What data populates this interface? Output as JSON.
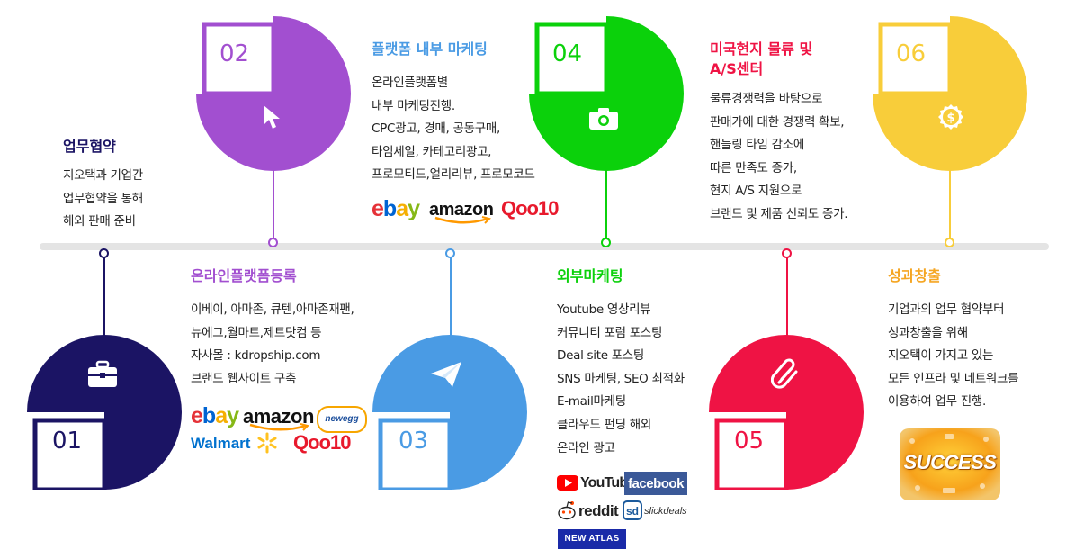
{
  "colors": {
    "step1": "#1b1464",
    "step2": "#a24fd0",
    "step3": "#4a9be4",
    "step4": "#0bd10b",
    "step5": "#ef1344",
    "step6": "#f8cd3a",
    "timeline": "#e4e4e4"
  },
  "steps": [
    {
      "number": "01",
      "icon": "briefcase-icon",
      "title": "업무협약",
      "body": "지오택과 기업간\n업무협약을 통해\n해외 판매 준비"
    },
    {
      "number": "02",
      "icon": "cursor-arrow-icon",
      "title": "온라인플랫폼등록",
      "body": "이베이, 아마존, 큐텐,아마존재팬,\n뉴에그,월마트,제트닷컴 등\n자사몰 : kdropship.com\n브랜드 웹사이트 구축"
    },
    {
      "number": "03",
      "icon": "paper-plane-icon",
      "title": "플랫폼 내부 마케팅",
      "body": "온라인플랫폼별\n내부 마케팅진행.\nCPC광고, 경매, 공동구매,\n타임세일, 카테고리광고,\n프로모티드,얼리리뷰, 프로모코드"
    },
    {
      "number": "04",
      "icon": "camera-icon",
      "title": "외부마케팅",
      "body": "Youtube 영상리뷰\n커뮤니티 포럼 포스팅\nDeal site 포스팅\nSNS 마케팅, SEO 최적화\nE-mail마케팅\n클라우드 펀딩 해외\n온라인 광고"
    },
    {
      "number": "05",
      "icon": "paperclip-icon",
      "title": "미국현지 물류 및\nA/S센터",
      "body": "물류경쟁력을 바탕으로\n판매가에 대한 경쟁력 확보,\n핸들링 타임 감소에\n따른 만족도 증가,\n현지 A/S 지원으로\n브랜드 및 제품 신뢰도 증가."
    },
    {
      "number": "06",
      "icon": "dollar-coin-icon",
      "title": "성과창출",
      "body": "기업과의 업무 협약부터\n성과창출을 위해\n지오택이 가지고 있는\n모든 인프라 및 네트워크를\n이용하여 업무 진행."
    }
  ],
  "logos": {
    "ebay": "ebay",
    "amazon": "amazon",
    "qoo10": "Qoo10",
    "newegg": "newegg",
    "walmart": "Walmart",
    "youtube": "YouTube",
    "facebook": "facebook",
    "reddit": "reddit",
    "slickdeals": "slickdeals",
    "newatlas": "NEW ATLAS",
    "success": "SUCCESS"
  }
}
